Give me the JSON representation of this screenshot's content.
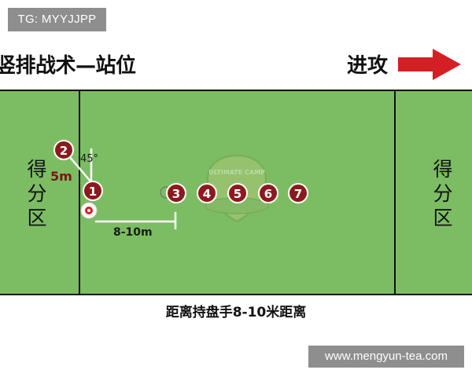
{
  "watermarks": {
    "top": "TG: MYYJJPP",
    "bottom": "www.mengyun-tea.com"
  },
  "header": {
    "title": "竖排战术—站位",
    "attack_label": "进攻",
    "arrow_icon": "right-arrow-icon",
    "arrow_color": "#d42024"
  },
  "field": {
    "endzone_label_left": [
      "得",
      "分",
      "区"
    ],
    "endzone_label_right": [
      "得",
      "分",
      "区"
    ],
    "angle_label": "45°",
    "distance_short_label": "5m",
    "distance_long_label": "8-10m",
    "logo_text": "ULTIMATE CAMP",
    "colors": {
      "grass": "#7cbd63",
      "player_fill": "#8b1a1f",
      "player_text": "#ffffff",
      "label_dark_red": "#7a1612"
    },
    "players": [
      "1",
      "2",
      "3",
      "4",
      "5",
      "6",
      "7"
    ],
    "disc_icon": "disc-icon"
  },
  "caption": "距离持盘手8-10米距离"
}
